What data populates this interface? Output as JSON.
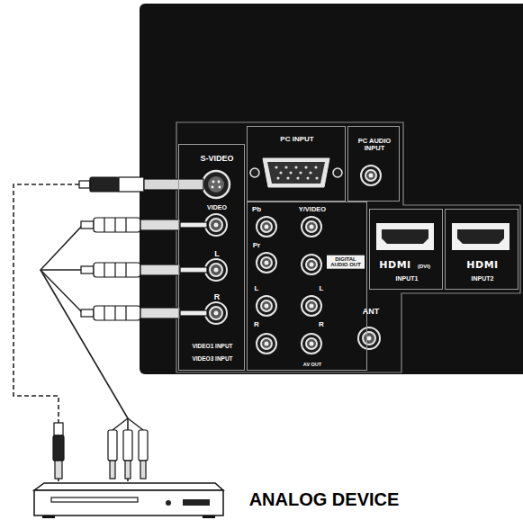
{
  "diagram": {
    "nodes": [
      {
        "text": [
          "S-VIDEO",
          "VIDEO",
          "L",
          "R",
          "VIDEO1 INPUT",
          "VIDEO3 INPUT"
        ]
      },
      {
        "text": [
          "PC INPUT"
        ]
      },
      {
        "text": [
          "PC AUDIO INPUT"
        ]
      },
      {
        "text": [
          "Pb",
          "Y/VIDEO",
          "Pr",
          "DIGITAL AUDIO OUT",
          "L",
          "L",
          "R",
          "R",
          "AV OUT"
        ]
      },
      {
        "text": [
          "HDMI",
          "(DVI)",
          "INPUT1"
        ]
      },
      {
        "text": [
          "HDMI",
          "INPUT2"
        ]
      },
      {
        "text": [
          "ANALOG DEVICE"
        ]
      }
    ],
    "edges": [
      {
        "from": 6,
        "to": 0,
        "arrow": "none"
      },
      {
        "from": 6,
        "to": 0,
        "arrow": "none"
      }
    ],
    "labels": [
      "ANT"
    ]
  }
}
